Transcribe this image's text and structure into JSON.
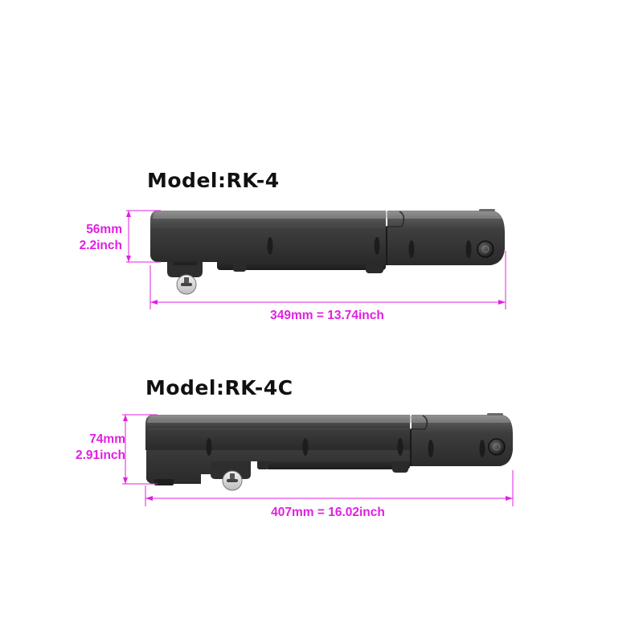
{
  "colors": {
    "dimension": "#e020e0",
    "title": "#111111",
    "body": "#3a3a3a",
    "body_highlight": "#6a6a6a"
  },
  "models": [
    {
      "title": "Model:RK-4",
      "height_mm": "56mm",
      "height_inch": "2.2inch",
      "length": "349mm = 13.74inch"
    },
    {
      "title": "Model:RK-4C",
      "height_mm": "74mm",
      "height_inch": "2.91inch",
      "length": "407mm = 16.02inch"
    }
  ],
  "icons": [
    "key-lock-icon",
    "power-button-icon"
  ]
}
